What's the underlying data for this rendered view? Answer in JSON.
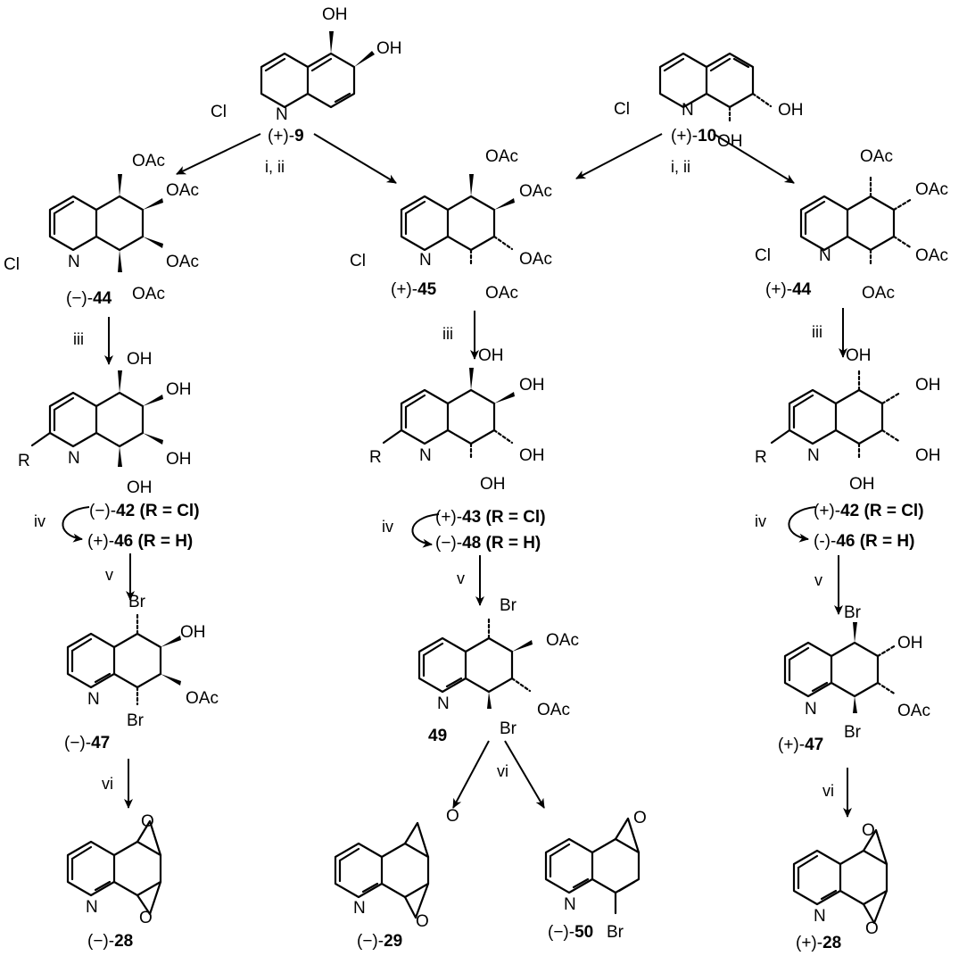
{
  "labels": {
    "oh": "OH",
    "oac": "OAc",
    "cl": "Cl",
    "br": "Br",
    "n": "N",
    "o": "O",
    "r": "R"
  },
  "compounds": {
    "c9": {
      "prefix": "(+)-",
      "num": "9"
    },
    "c10": {
      "prefix": "(+)-",
      "num": "10"
    },
    "c44m": {
      "prefix": "(−)-",
      "num": "44"
    },
    "c45p": {
      "prefix": "(+)-",
      "num": "45"
    },
    "c44p": {
      "prefix": "(+)-",
      "num": "44"
    },
    "c42m": {
      "prefix": "(−)-",
      "text": "42 (R = Cl)"
    },
    "c46p": {
      "prefix": "(+)-",
      "text": "46 (R = H)"
    },
    "c43p": {
      "prefix": "(+)-",
      "text": "43 (R = Cl)"
    },
    "c48m": {
      "prefix": "(−)-",
      "text": "48 (R = H)"
    },
    "c42p": {
      "prefix": "(+)-",
      "text": "42 (R = Cl)"
    },
    "c46m": {
      "prefix": "(-)-",
      "text": "46 (R = H)"
    },
    "c47m": {
      "prefix": "(−)-",
      "num": "47"
    },
    "c49": {
      "num": "49"
    },
    "c47p": {
      "prefix": "(+)-",
      "num": "47"
    },
    "c28m": {
      "prefix": "(−)-",
      "num": "28"
    },
    "c29m": {
      "prefix": "(−)-",
      "num": "29"
    },
    "c50m": {
      "prefix": "(−)-",
      "num": "50"
    },
    "c28p": {
      "prefix": "(+)-",
      "num": "28"
    }
  },
  "conditions": {
    "i_ii": "i, ii",
    "iii": "iii",
    "iv": "iv",
    "v": "v",
    "vi": "vi"
  }
}
